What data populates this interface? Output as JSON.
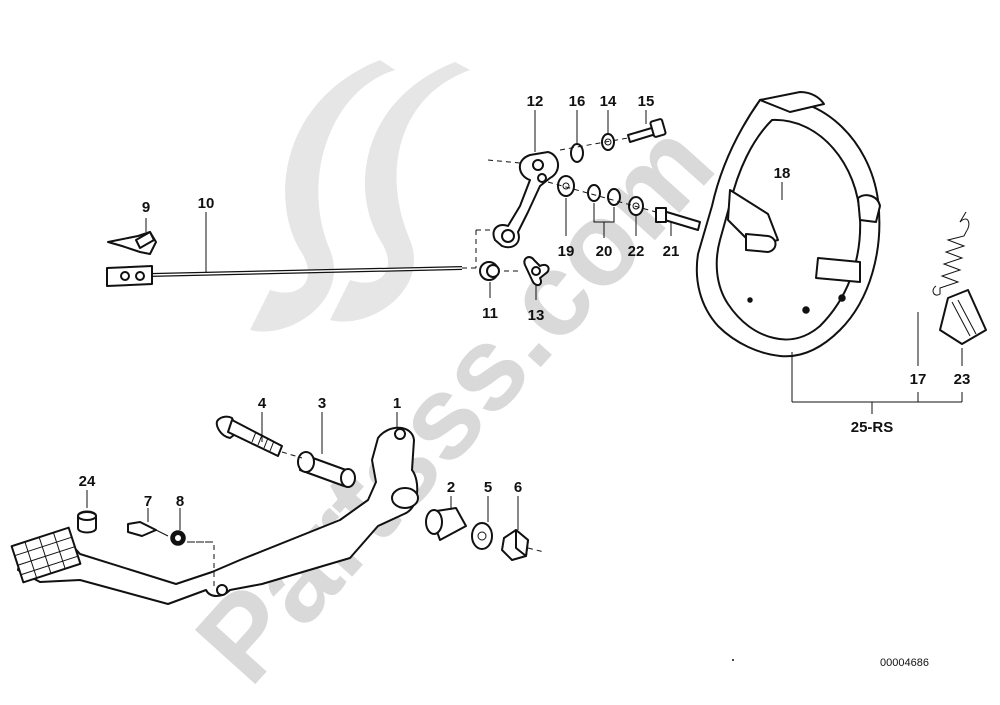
{
  "watermark": {
    "text": "Partsss.com",
    "color": "#d9d9d9"
  },
  "labels": {
    "p1": "1",
    "p2": "2",
    "p3": "3",
    "p4": "4",
    "p5": "5",
    "p6": "6",
    "p7": "7",
    "p8": "8",
    "p9": "9",
    "p10": "10",
    "p11": "11",
    "p12": "12",
    "p13": "13",
    "p14": "14",
    "p15": "15",
    "p16": "16",
    "p17": "17",
    "p18": "18",
    "p19": "19",
    "p20": "20",
    "p21": "21",
    "p22": "22",
    "p23": "23",
    "p24": "24",
    "p25": "25-RS"
  },
  "reference_number": "00004686"
}
